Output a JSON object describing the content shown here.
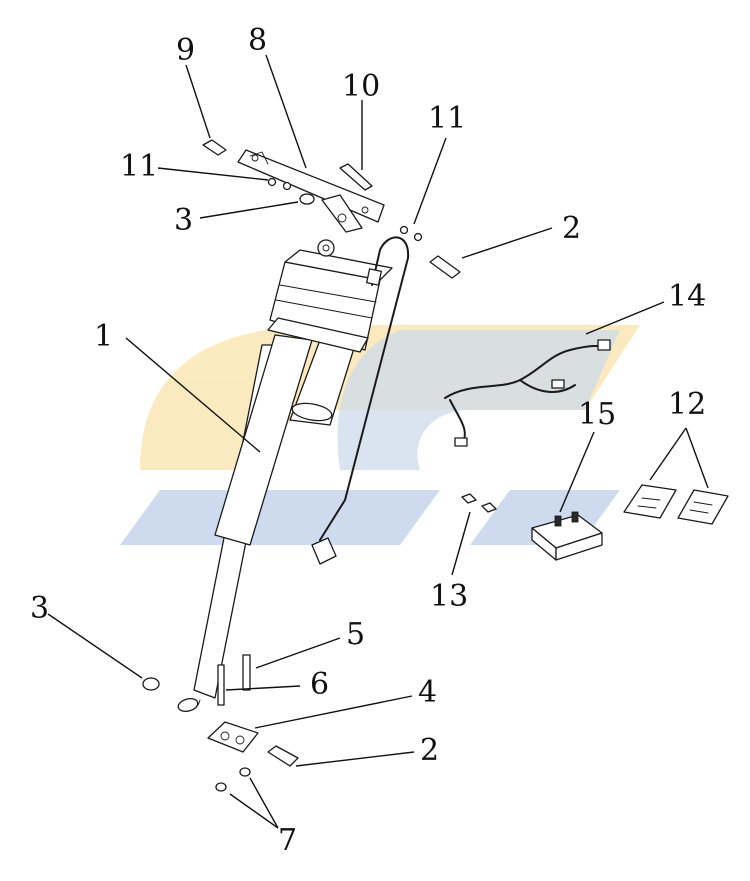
{
  "watermark": {
    "colors": {
      "blue": "#c6d4ea",
      "yellow": "#fbe7b4"
    }
  },
  "callouts": {
    "c1": "1",
    "c2_top": "2",
    "c2_bottom": "2",
    "c3_top": "3",
    "c3_bottom": "3",
    "c4": "4",
    "c5": "5",
    "c6": "6",
    "c7": "7",
    "c8": "8",
    "c9": "9",
    "c10": "10",
    "c11_left": "11",
    "c11_right": "11",
    "c12": "12",
    "c13": "13",
    "c14": "14",
    "c15": "15"
  }
}
